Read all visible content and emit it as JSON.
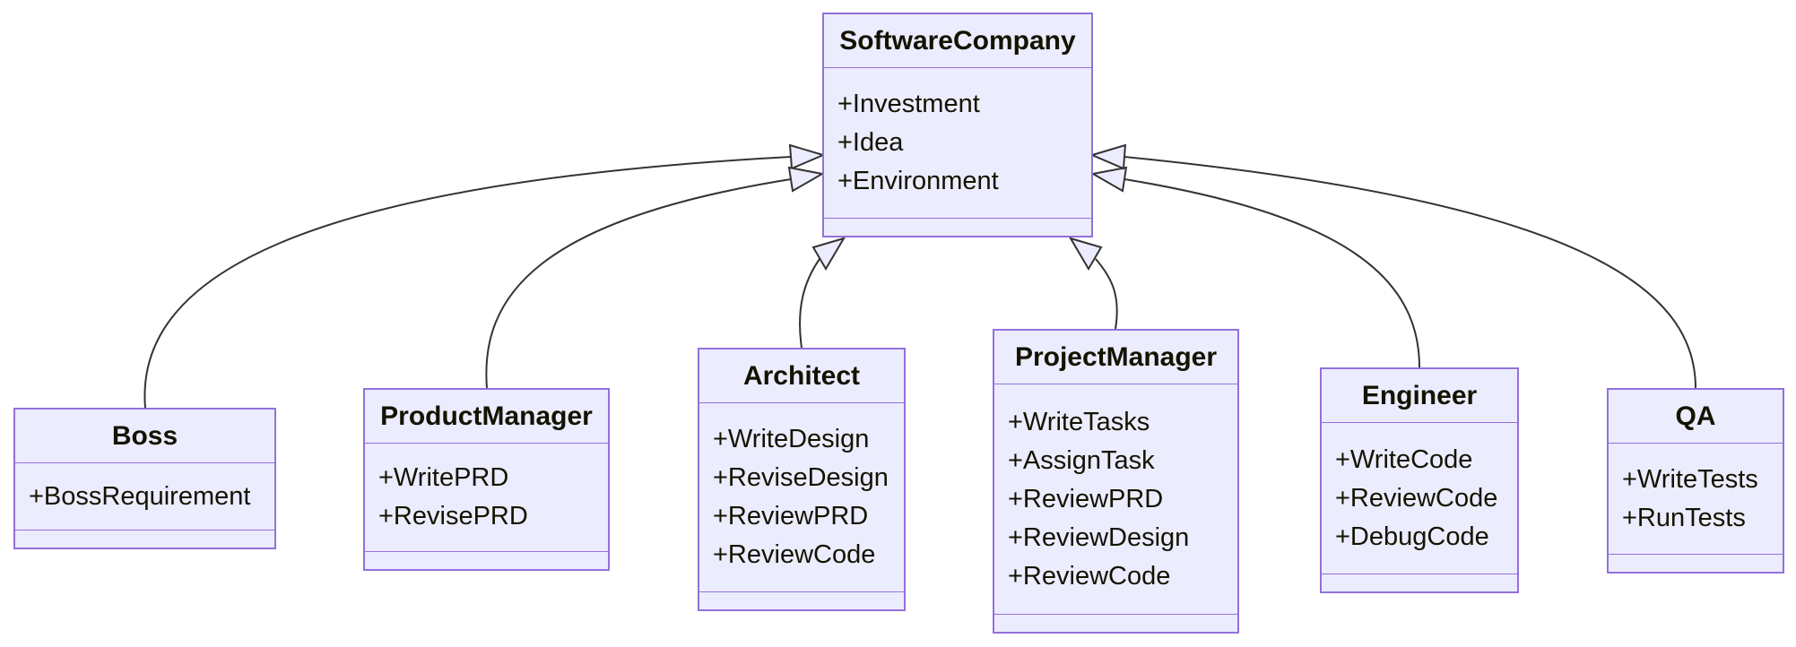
{
  "diagram": {
    "kind": "uml-class-diagram",
    "classes": [
      {
        "name": "SoftwareCompany",
        "attributes": [
          "+Investment",
          "+Idea",
          "+Environment"
        ]
      },
      {
        "name": "Boss",
        "attributes": [
          "+BossRequirement"
        ]
      },
      {
        "name": "ProductManager",
        "attributes": [
          "+WritePRD",
          "+RevisePRD"
        ]
      },
      {
        "name": "Architect",
        "attributes": [
          "+WriteDesign",
          "+ReviseDesign",
          "+ReviewPRD",
          "+ReviewCode"
        ]
      },
      {
        "name": "ProjectManager",
        "attributes": [
          "+WriteTasks",
          "+AssignTask",
          "+ReviewPRD",
          "+ReviewDesign",
          "+ReviewCode"
        ]
      },
      {
        "name": "Engineer",
        "attributes": [
          "+WriteCode",
          "+ReviewCode",
          "+DebugCode"
        ]
      },
      {
        "name": "QA",
        "attributes": [
          "+WriteTests",
          "+RunTests"
        ]
      }
    ],
    "relations": [
      {
        "from": "Boss",
        "to": "SoftwareCompany",
        "type": "inheritance"
      },
      {
        "from": "ProductManager",
        "to": "SoftwareCompany",
        "type": "inheritance"
      },
      {
        "from": "Architect",
        "to": "SoftwareCompany",
        "type": "inheritance"
      },
      {
        "from": "ProjectManager",
        "to": "SoftwareCompany",
        "type": "inheritance"
      },
      {
        "from": "Engineer",
        "to": "SoftwareCompany",
        "type": "inheritance"
      },
      {
        "from": "QA",
        "to": "SoftwareCompany",
        "type": "inheritance"
      }
    ],
    "colors": {
      "node_fill": "#ECECFF",
      "node_border": "#9370DB",
      "edge_line": "#333333",
      "arrowhead_fill": "#ECECFF",
      "text": "#131300",
      "background": "#FFFFFF"
    }
  }
}
